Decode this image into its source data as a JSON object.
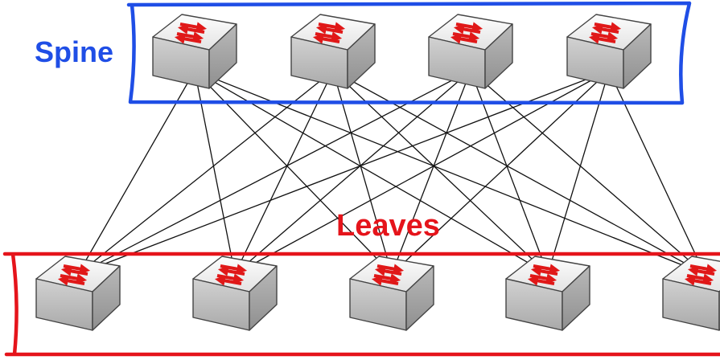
{
  "labels": {
    "spine": "Spine",
    "leaves": "Leaves"
  },
  "colors": {
    "spine": "#1f4ee6",
    "leaves": "#e5141b",
    "link": "#111111",
    "arrow": "#e01818"
  },
  "icons": {
    "switch": "network-switch-icon"
  },
  "spine_count": 4,
  "leaf_count": 5,
  "topology": "full-mesh"
}
